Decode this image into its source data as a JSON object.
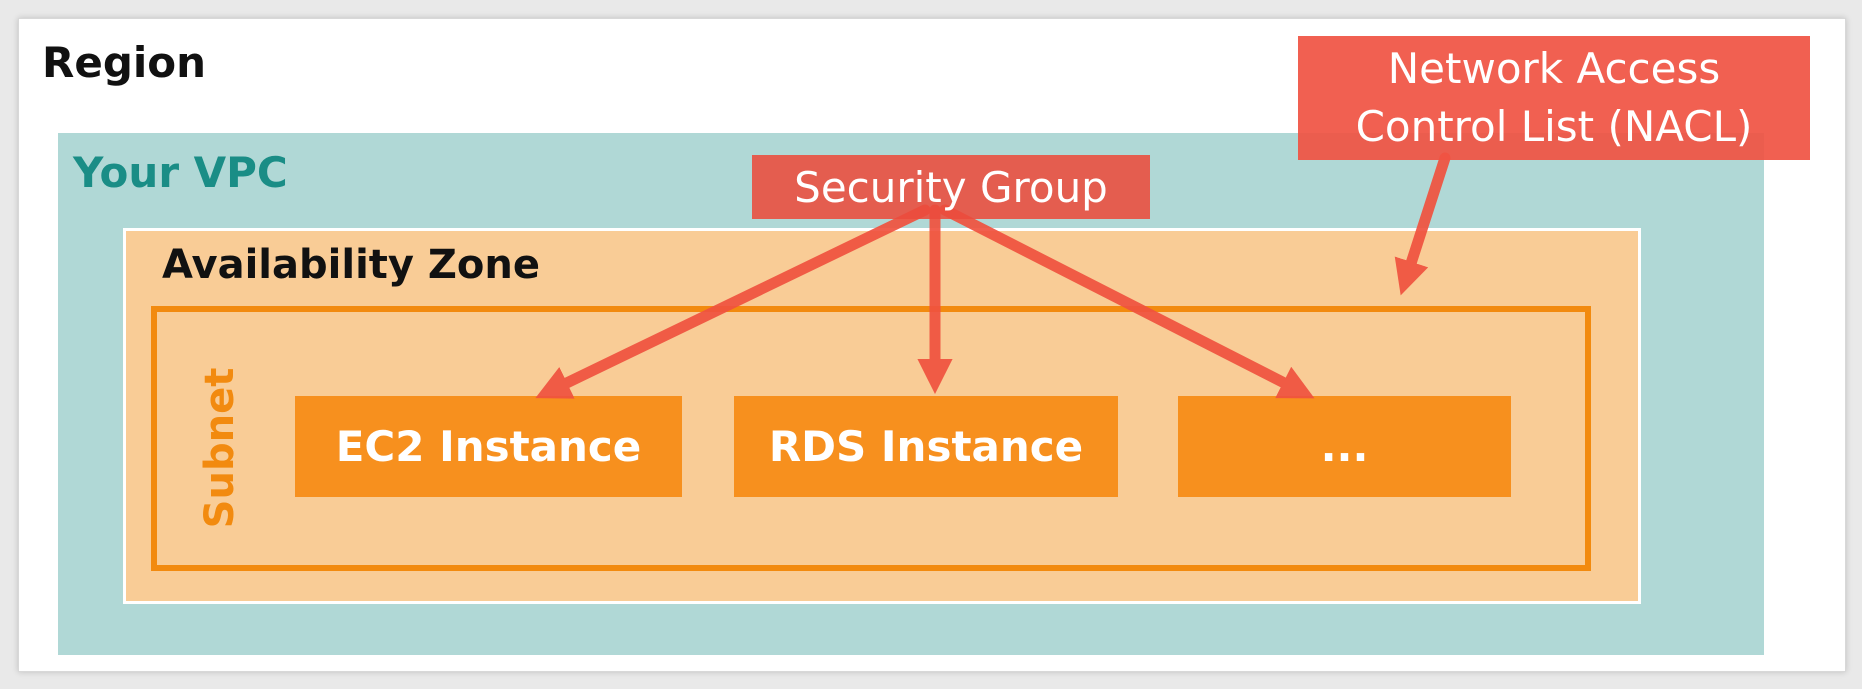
{
  "region": {
    "label": "Region"
  },
  "vpc": {
    "label": "Your VPC"
  },
  "availability_zone": {
    "label": "Availability Zone"
  },
  "subnet": {
    "label": "Subnet"
  },
  "instances": [
    {
      "label": "EC2 Instance"
    },
    {
      "label": "RDS Instance"
    },
    {
      "label": "..."
    }
  ],
  "callouts": {
    "security_group": "Security Group",
    "nacl_line1": "Network Access",
    "nacl_line2": "Control List (NACL)"
  },
  "colors": {
    "vpc_fill": "#b0d8d6",
    "vpc_text": "#1a8d86",
    "az_fill": "#f9cc96",
    "subnet_border": "#f28a0f",
    "instance_fill": "#f7901e",
    "callout_fill": "#eb4b3c",
    "arrow": "#f0523f"
  }
}
